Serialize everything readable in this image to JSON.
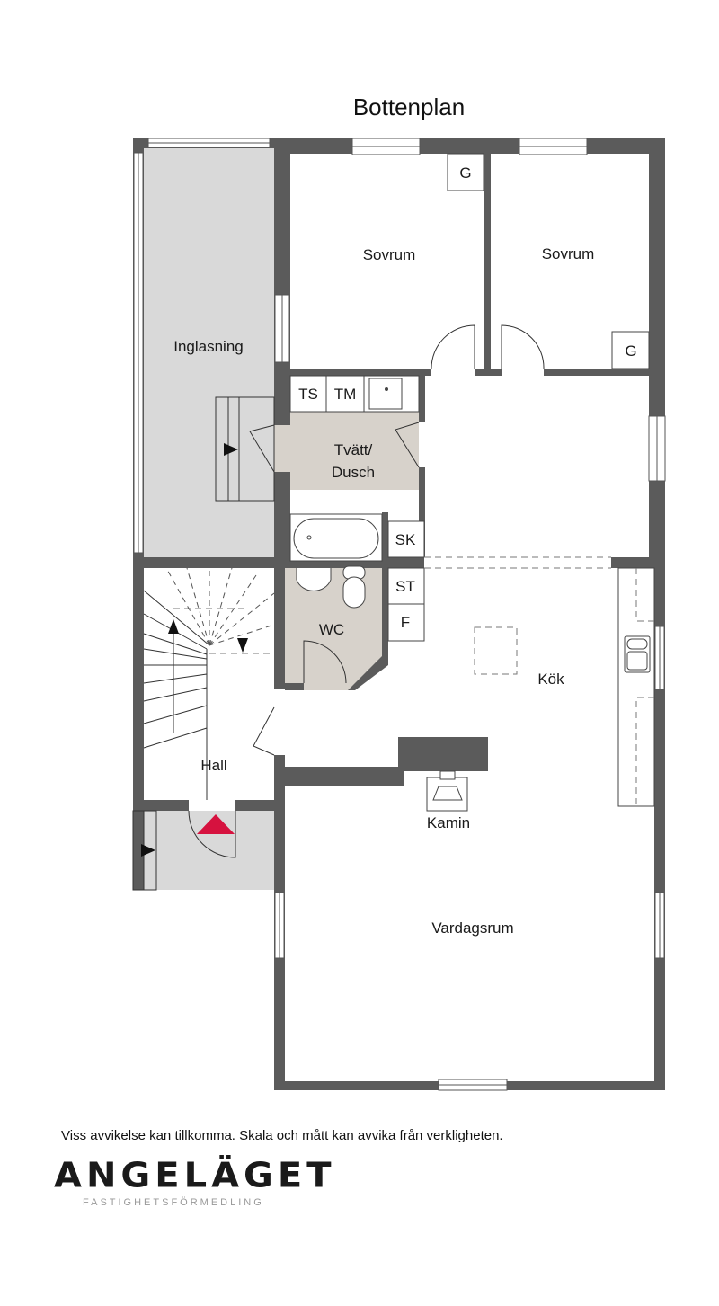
{
  "title": "Bottenplan",
  "rooms": {
    "inglasning": "Inglasning",
    "sovrum1": "Sovrum",
    "sovrum2": "Sovrum",
    "tvatt_line1": "Tvätt/",
    "tvatt_line2": "Dusch",
    "wc": "WC",
    "hall": "Hall",
    "kok": "Kök",
    "kamin": "Kamin",
    "vardagsrum": "Vardagsrum"
  },
  "fixtures": {
    "g1": "G",
    "g2": "G",
    "ts": "TS",
    "tm": "TM",
    "sk": "SK",
    "st": "ST",
    "f": "F"
  },
  "disclaimer": "Viss avvikelse kan tillkomma. Skala och mått kan avvika från verkligheten.",
  "logo": {
    "name": "ANGELÄGET",
    "tagline": "FASTIGHETSFÖRMEDLING"
  },
  "colors": {
    "wall": "#5b5b5b",
    "glazed": "#d9d9d9",
    "wet": "#d7d2cb",
    "entrance": "#d6123f"
  }
}
